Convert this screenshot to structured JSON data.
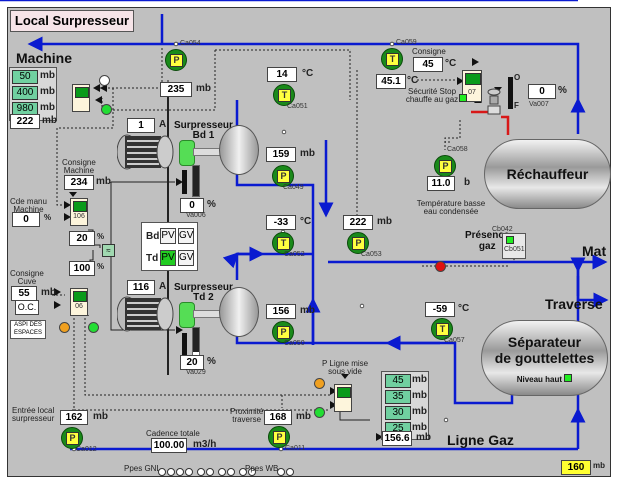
{
  "title": "Local Surpresseur",
  "labels": {
    "machine": "Machine",
    "mat": "Mat",
    "traverse": "Traverse",
    "ligne_gaz": "Ligne Gaz",
    "rechauffeur": "Réchauffeur",
    "separateur_line1": "Séparateur",
    "separateur_line2": "de gouttelettes",
    "niveau_haut": "Niveau haut",
    "presence_gaz_line1": "Présence",
    "presence_gaz_line2": "gaz",
    "surpresseur1_line1": "Surpresseur",
    "surpresseur1_line2": "Bd 1",
    "surpresseur2_line1": "Surpresseur",
    "surpresseur2_line2": "Td 2",
    "consigne": "Consigne",
    "consigne_machine_line1": "Consigne",
    "consigne_machine_line2": "Machine",
    "cde_manu_line1": "Cde manu",
    "cde_manu_line2": "Machine",
    "consigne_cuve_line1": "Consigne",
    "consigne_cuve_line2": "Cuve",
    "securite_line1": "Sécurité Stop",
    "securite_line2": "chauffe au gaz",
    "temp_basse_line1": "Température basse",
    "temp_basse_line2": "eau condensée",
    "p_ligne_line1": "P Ligne mise",
    "p_ligne_line2": "sous vide",
    "entree_local_line1": "Entrée local",
    "entree_local_line2": "surpresseur",
    "proximite_line1": "Proximité",
    "proximite_line2": "traverse",
    "cadence_totale": "Cadence totale",
    "ppes_gnl": "Ppes GNL",
    "ppes_wb": "Ppes WB",
    "aspi_line1": "ASPI DES",
    "aspi_line2": "ESPACES",
    "oc": "O.C.",
    "valve_open": "O",
    "valve_closed": "F"
  },
  "units": {
    "mb": "mb",
    "degc": "°C",
    "pct": "%",
    "amp": "A",
    "bar": "b",
    "m3h": "m3/h"
  },
  "sensors": {
    "ca054": {
      "tag": "Ca054",
      "type": "P",
      "value": "235",
      "unit": "mb"
    },
    "ca059": {
      "tag": "Ca059",
      "type": "T",
      "value": "45.1",
      "unit": "°C"
    },
    "ca051": {
      "tag": "Ca051",
      "type": "T",
      "value": "14",
      "unit": "°C"
    },
    "ca049": {
      "tag": "Ca049",
      "type": "P",
      "value": "159",
      "unit": "mb"
    },
    "ca052": {
      "tag": "Ca052",
      "type": "T",
      "value": "-33",
      "unit": "°C"
    },
    "ca053": {
      "tag": "Ca053",
      "type": "P",
      "value": "222",
      "unit": "mb"
    },
    "ca050": {
      "tag": "Ca050",
      "type": "P",
      "value": "156",
      "unit": "mb"
    },
    "ca058": {
      "tag": "Ca058",
      "type": "P",
      "value": "11.0",
      "unit": "b"
    },
    "ca057": {
      "tag": "Ca057",
      "type": "T",
      "value": "-59",
      "unit": "°C"
    },
    "ca012": {
      "tag": "Ca012",
      "type": "P",
      "value": "162",
      "unit": "mb"
    },
    "ca011": {
      "tag": "Ca011",
      "type": "P",
      "value": "168",
      "unit": "mb"
    }
  },
  "machine_thresholds": [
    {
      "value": "50",
      "unit": "mb"
    },
    {
      "value": "400",
      "unit": "mb"
    },
    {
      "value": "980",
      "unit": "mb"
    }
  ],
  "machine_pressure": {
    "value": "222",
    "unit": "mb"
  },
  "consigne_machine": {
    "value": "234",
    "unit": "mb"
  },
  "cde_manu": {
    "value": "0",
    "unit": "%"
  },
  "controllers": {
    "c106": "106",
    "c06": "06",
    "c07": "07"
  },
  "split_out1": {
    "value": "20",
    "unit": "%"
  },
  "split_out2": {
    "value": "100",
    "unit": "%"
  },
  "consigne_cuve": {
    "value": "55",
    "unit": "mb"
  },
  "consigne_temp": {
    "value": "45",
    "unit": "°C"
  },
  "motor1_current": {
    "value": "1",
    "unit": "A"
  },
  "motor2_current": {
    "value": "116",
    "unit": "A"
  },
  "valve_va006": {
    "tag": "Va006",
    "value": "0",
    "unit": "%"
  },
  "valve_va029": {
    "tag": "Va029",
    "value": "20",
    "unit": "%",
    "fraction": 0.2
  },
  "valve_va007": {
    "tag": "Va007",
    "value": "0",
    "unit": "%"
  },
  "mode_selector": {
    "rows": [
      {
        "label": "Bd",
        "pv": "PV",
        "gv": "GV",
        "pv_active": false
      },
      {
        "label": "Td",
        "pv": "PV",
        "gv": "GV",
        "pv_active": true
      }
    ]
  },
  "presence_gaz_tag": "Cb051",
  "temp_basse_tag": "Cb042",
  "p_ligne_thresholds": [
    {
      "value": "45",
      "unit": "mb"
    },
    {
      "value": "35",
      "unit": "mb"
    },
    {
      "value": "30",
      "unit": "mb"
    },
    {
      "value": "25",
      "unit": "mb"
    }
  ],
  "p_ligne_value": {
    "value": "156.6",
    "unit": "mb"
  },
  "cadence": {
    "value": "100.00",
    "unit": "m3/h"
  },
  "ligne_gaz_pressure": {
    "value": "160",
    "unit": "mb"
  },
  "ppes_gnl_count": 10,
  "ppes_wb_count": 2,
  "colors": {
    "pipe": "#0a1ad0",
    "heat_pipe": "#d81818",
    "panel": "#c0c0c0",
    "sensor_ring": "#1a8a1a",
    "sensor_face": "#ffff40",
    "active_green": "#22cc22",
    "alarm_red": "#e01010",
    "lamp_orange": "#f0a020",
    "yellow_value": "#ffff30"
  }
}
